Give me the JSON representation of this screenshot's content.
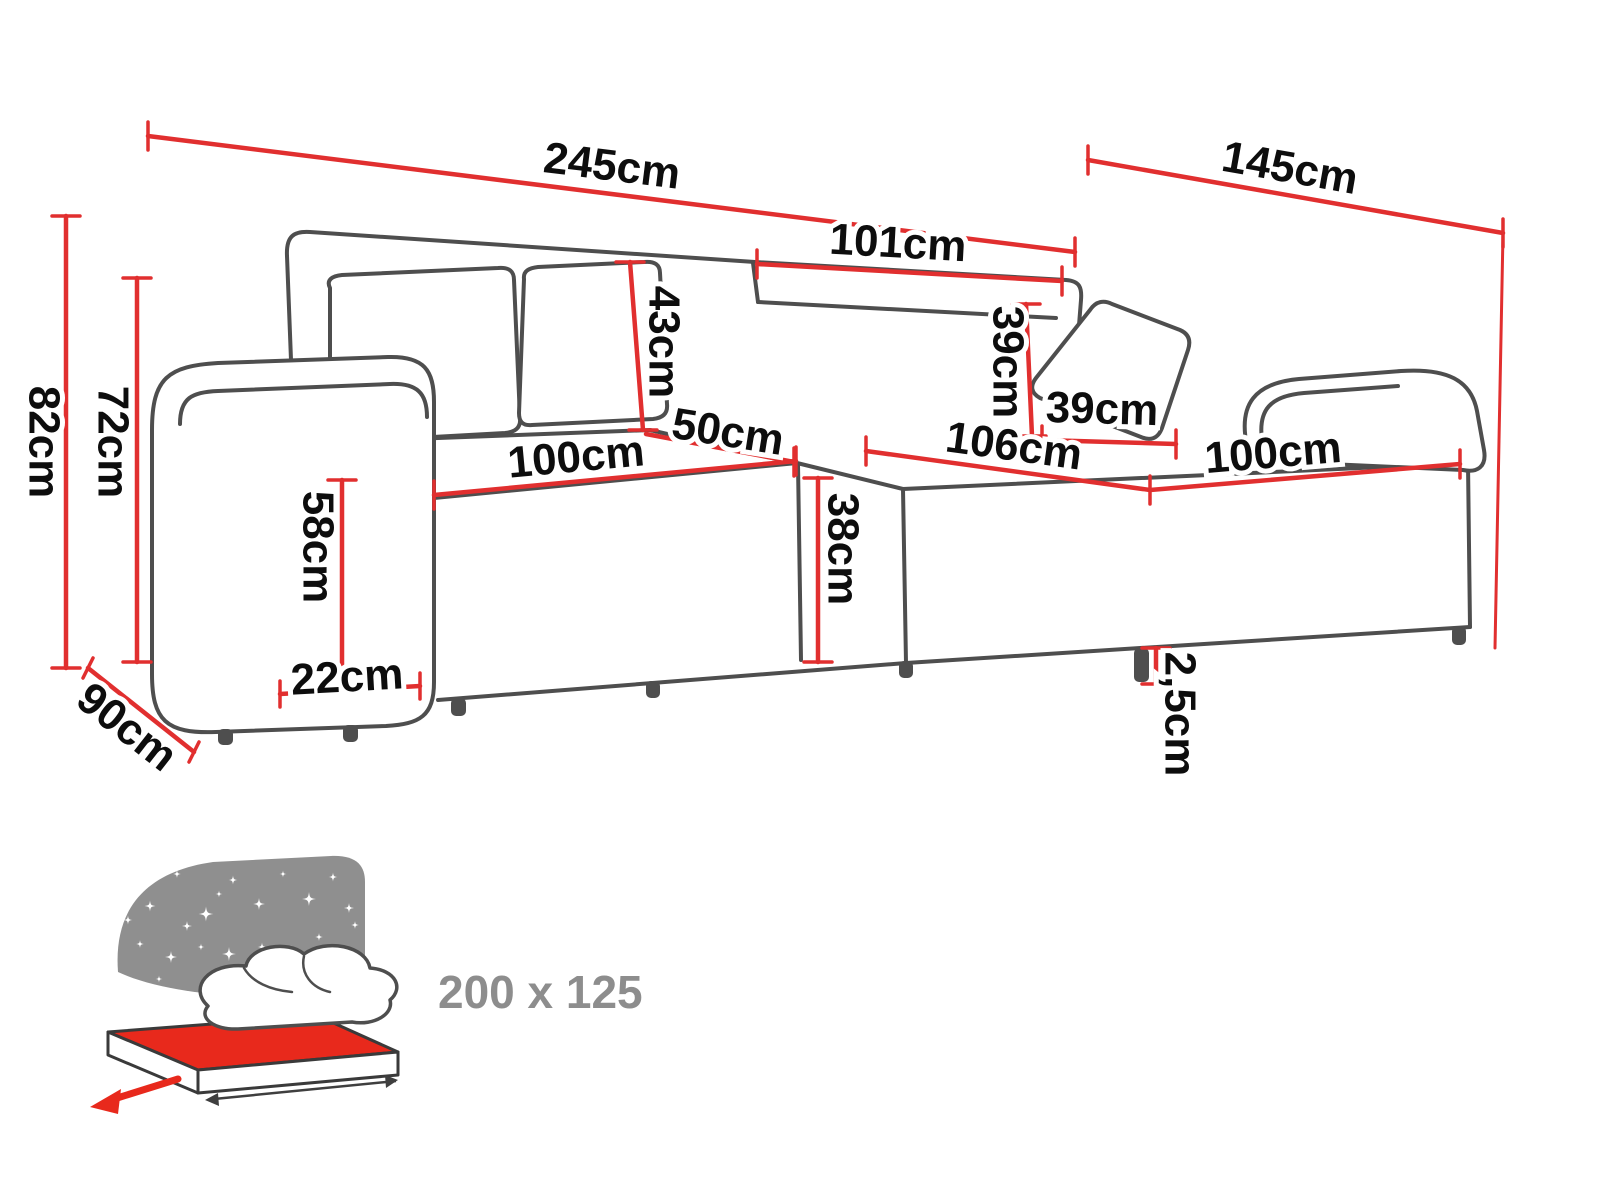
{
  "diagram": {
    "dimensions": {
      "total_width": "245cm",
      "total_depth": "145cm",
      "back_width": "101cm",
      "backrest_height": "43cm",
      "pillow_height": "39cm",
      "pillow_width": "39cm",
      "seat_depth": "50cm",
      "chaise_length": "106cm",
      "seat_width": "100cm",
      "chaise_width": "100cm",
      "total_height": "82cm",
      "back_height": "72cm",
      "armrest_height": "58cm",
      "armrest_width": "22cm",
      "front_height": "38cm",
      "leg_height": "2,5cm",
      "side_depth": "90cm"
    },
    "sleeping_icon": {
      "dimensions_label": "200 x 125"
    },
    "colors": {
      "dimension_line": "#e12f2f",
      "sofa_outline": "#4e4e4e",
      "label_text": "#0d0d0d",
      "icon_gray": "#8f8f8f",
      "icon_red": "#e8291c",
      "secondary_text": "#8d8d8d"
    }
  }
}
